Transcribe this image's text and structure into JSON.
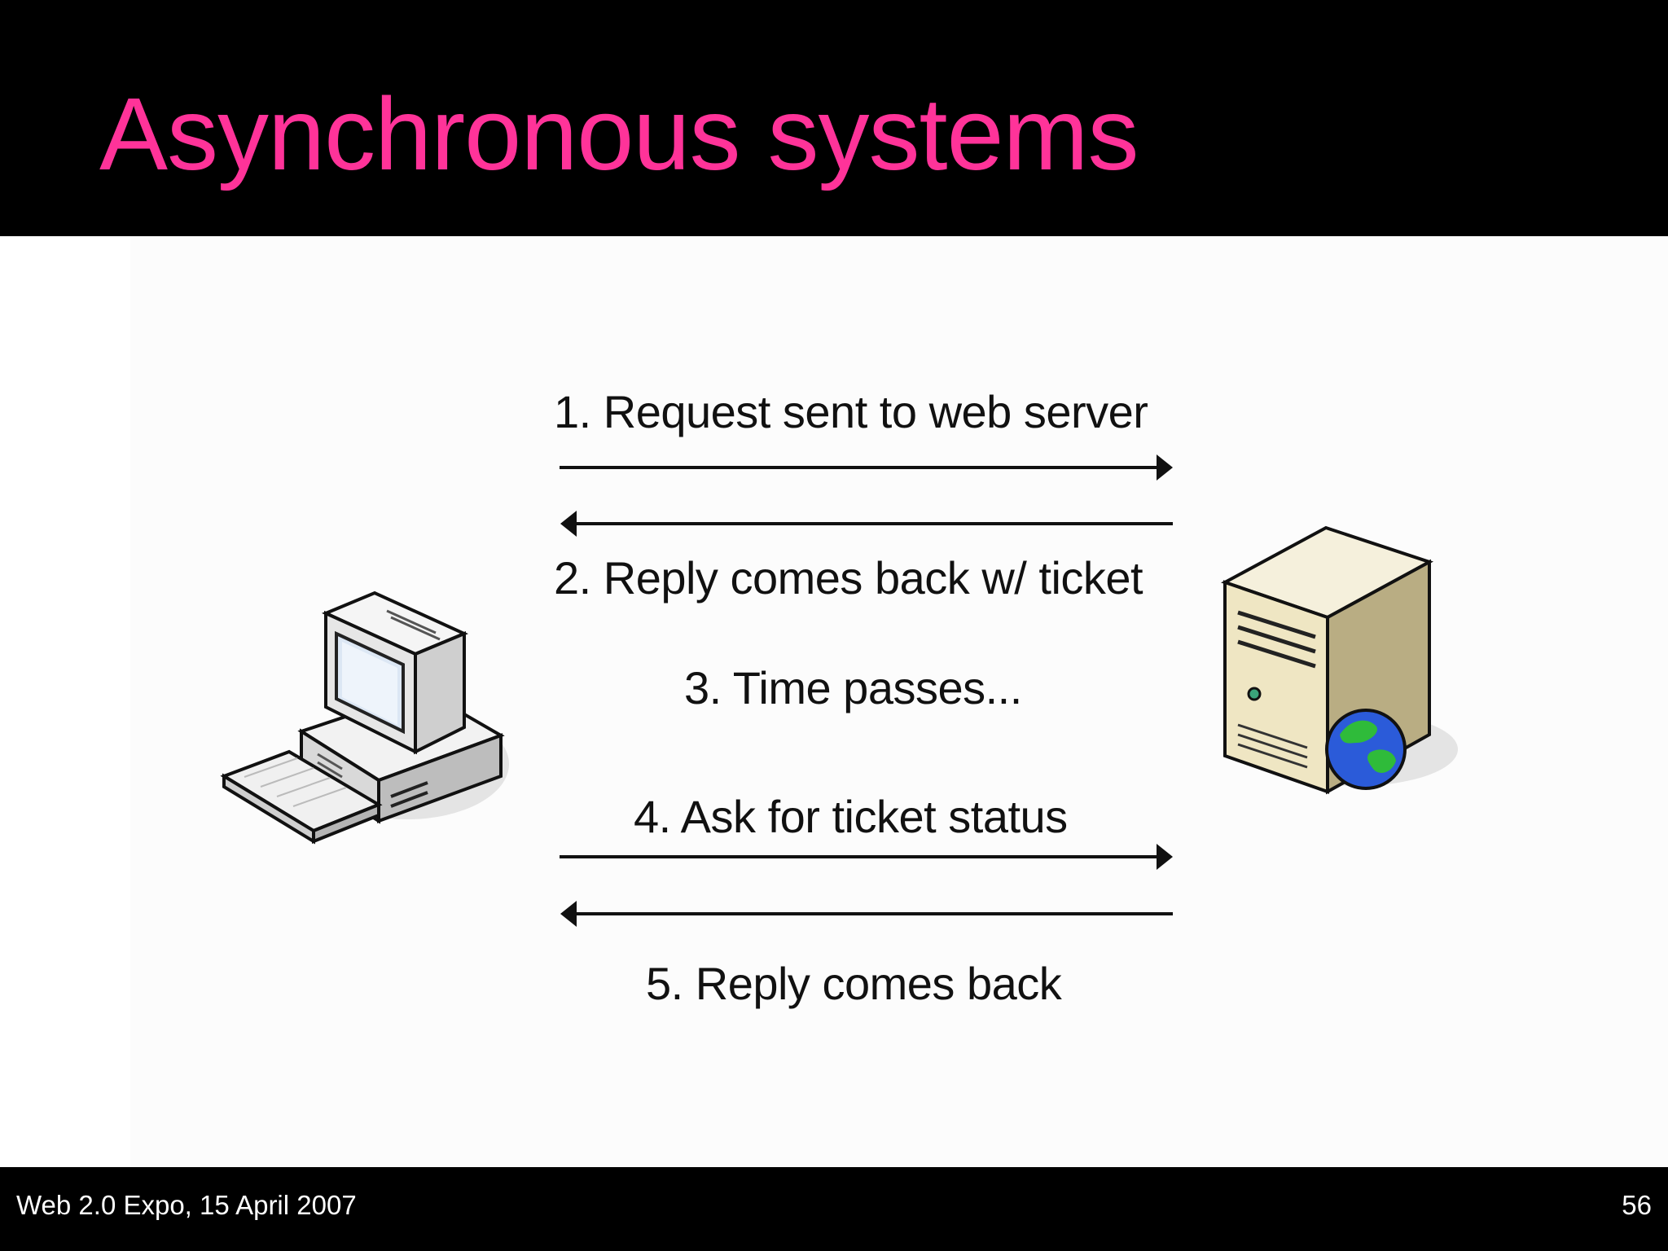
{
  "slide": {
    "title": "Asynchronous systems",
    "steps": [
      "1. Request sent to web server",
      "2. Reply comes back w/ ticket",
      "3. Time passes...",
      "4. Ask for ticket status",
      "5. Reply comes back"
    ],
    "icons": {
      "client": "desktop-computer-icon",
      "server": "web-server-icon"
    },
    "colors": {
      "title": "#ff3399",
      "background": "#000000",
      "content": "#ffffff"
    }
  },
  "footer": {
    "left": "Web 2.0 Expo, 15 April 2007",
    "page_number": "56"
  }
}
